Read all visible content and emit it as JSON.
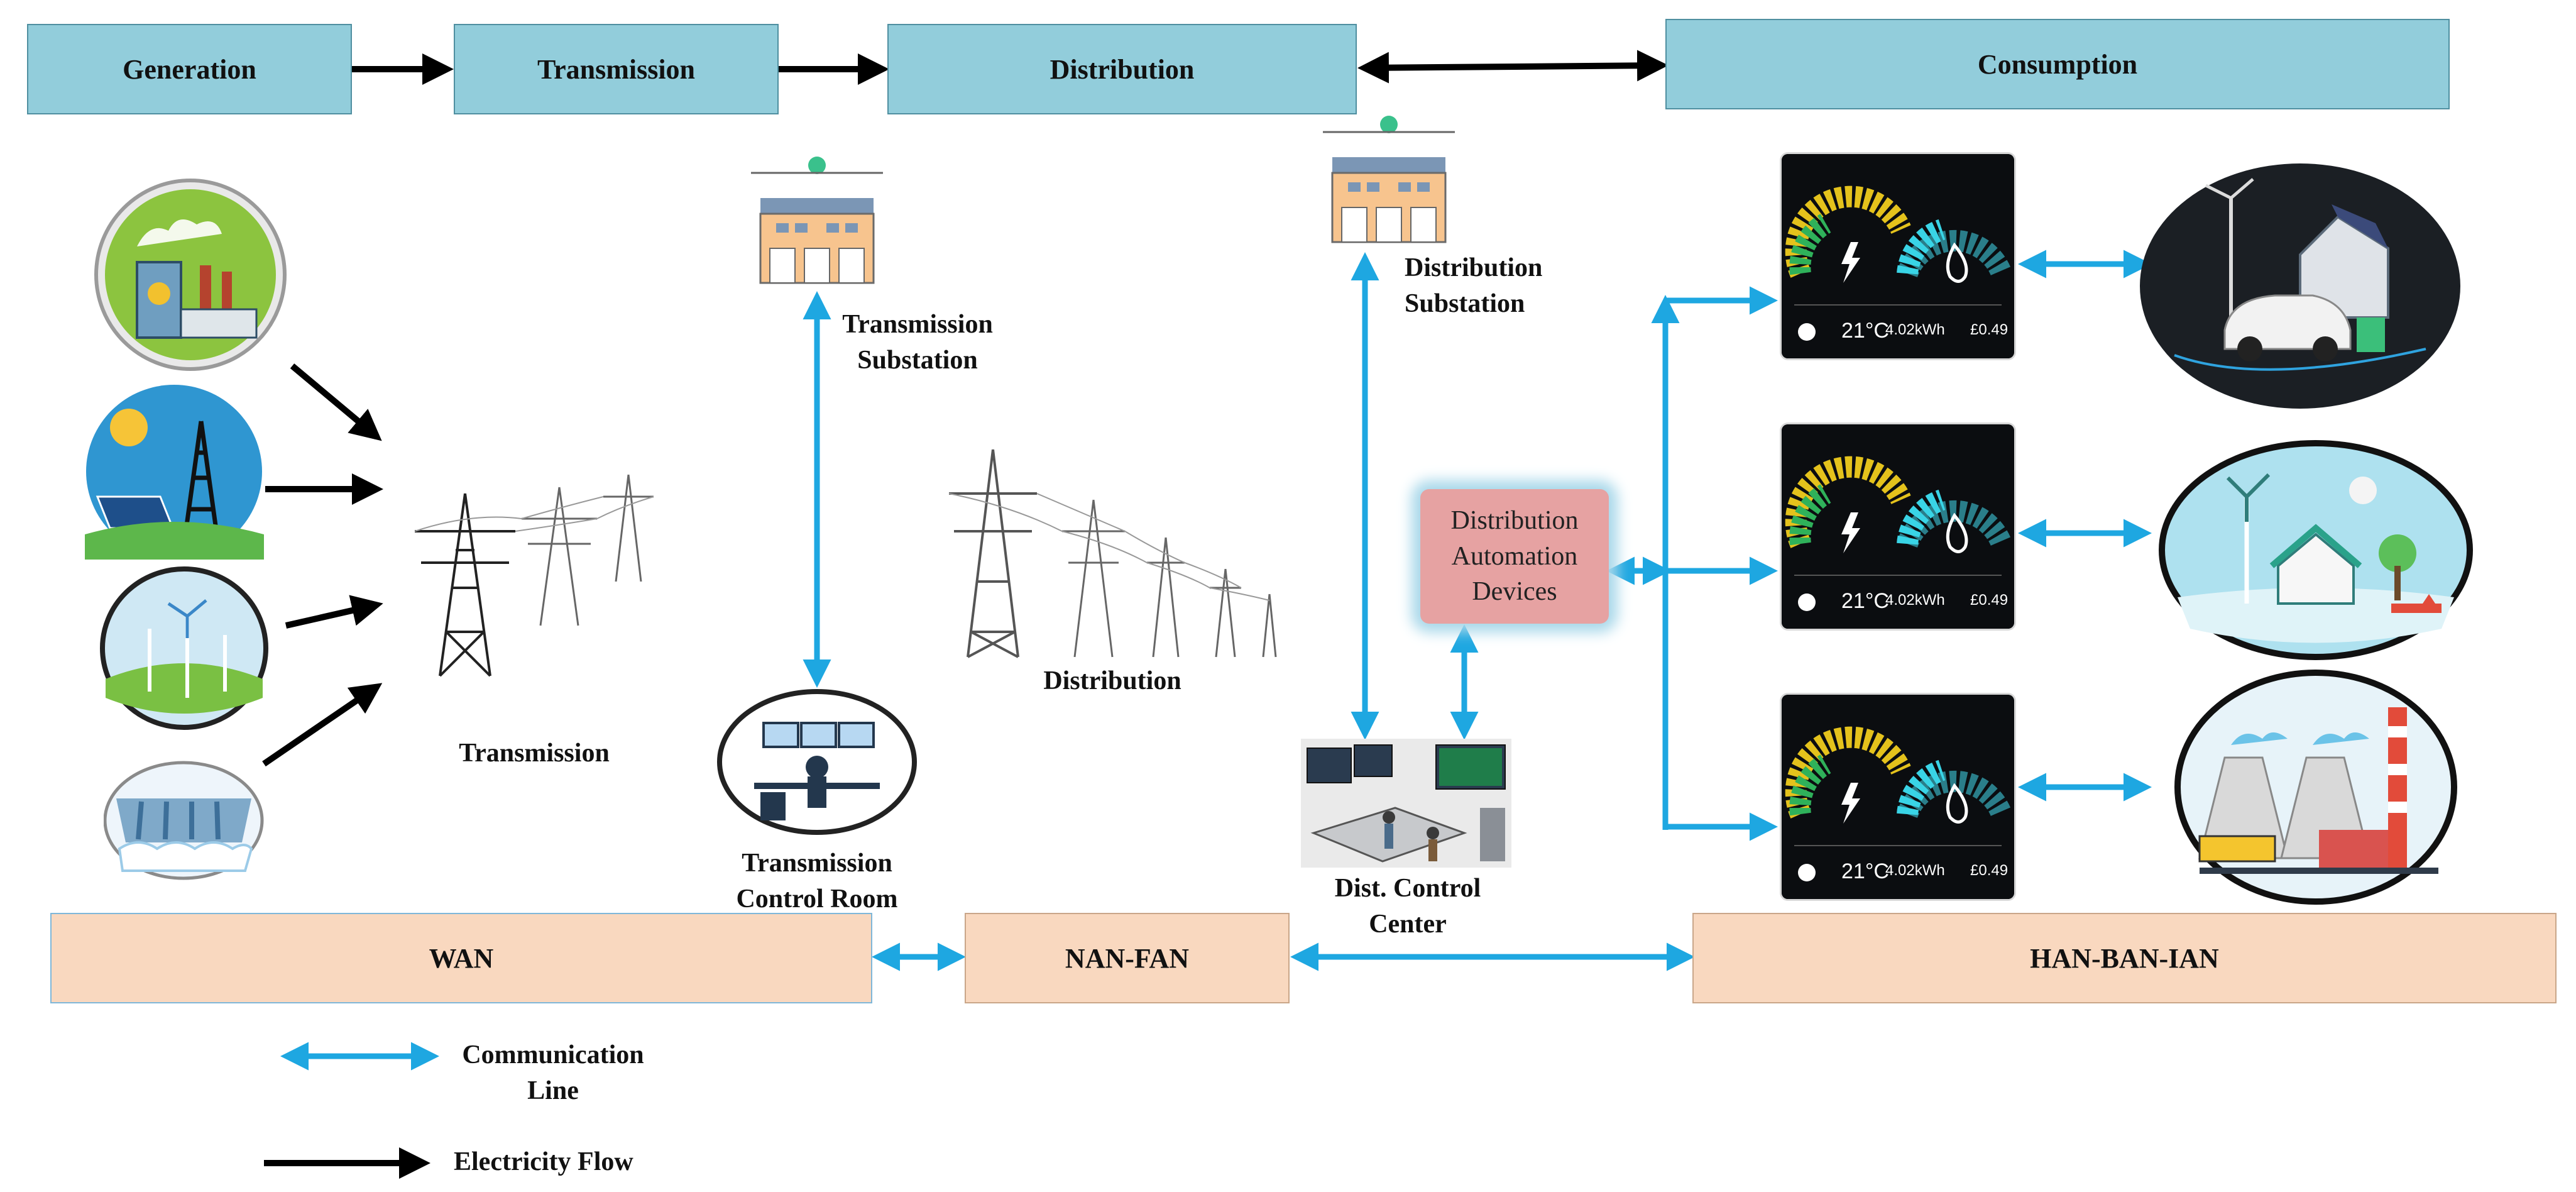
{
  "stages": {
    "generation": "Generation",
    "transmission": "Transmission",
    "distribution": "Distribution",
    "consumption": "Consumption"
  },
  "networks": {
    "wan": "WAN",
    "nan_fan": "NAN-FAN",
    "han_ban_ian": "HAN-BAN-IAN"
  },
  "labels": {
    "transmission_substation": "Transmission\nSubstation",
    "distribution_substation": "Distribution\nSubstation",
    "transmission_towers": "Transmission",
    "distribution_lines": "Distribution",
    "transmission_control_room": "Transmission\nControl Room",
    "dist_control_center": "Dist. Control\nCenter",
    "distribution_automation": "Distribution\nAutomation\nDevices"
  },
  "meters": [
    {
      "temp": "21°C",
      "energy": "4.02kWh",
      "cost": "£0.49"
    },
    {
      "temp": "21°C",
      "energy": "4.02kWh",
      "cost": "£0.49"
    },
    {
      "temp": "21°C",
      "energy": "4.02kWh",
      "cost": "£0.49"
    }
  ],
  "legend": {
    "communication": "Communication\nLine",
    "electricity": "Electricity Flow"
  },
  "colors": {
    "stage_fill": "#92cddb",
    "network_fill": "#f9d8bf",
    "communication_line": "#1ea7e1",
    "electricity_flow": "#000000",
    "automation_fill": "#e6a2a2"
  },
  "icons": {
    "generation_sources": [
      "nuclear-plant-icon",
      "solar-power-icon",
      "wind-farm-icon",
      "hydro-dam-icon"
    ],
    "consumers": [
      "smart-home-ev-icon",
      "green-home-icon",
      "industrial-plant-icon"
    ]
  }
}
